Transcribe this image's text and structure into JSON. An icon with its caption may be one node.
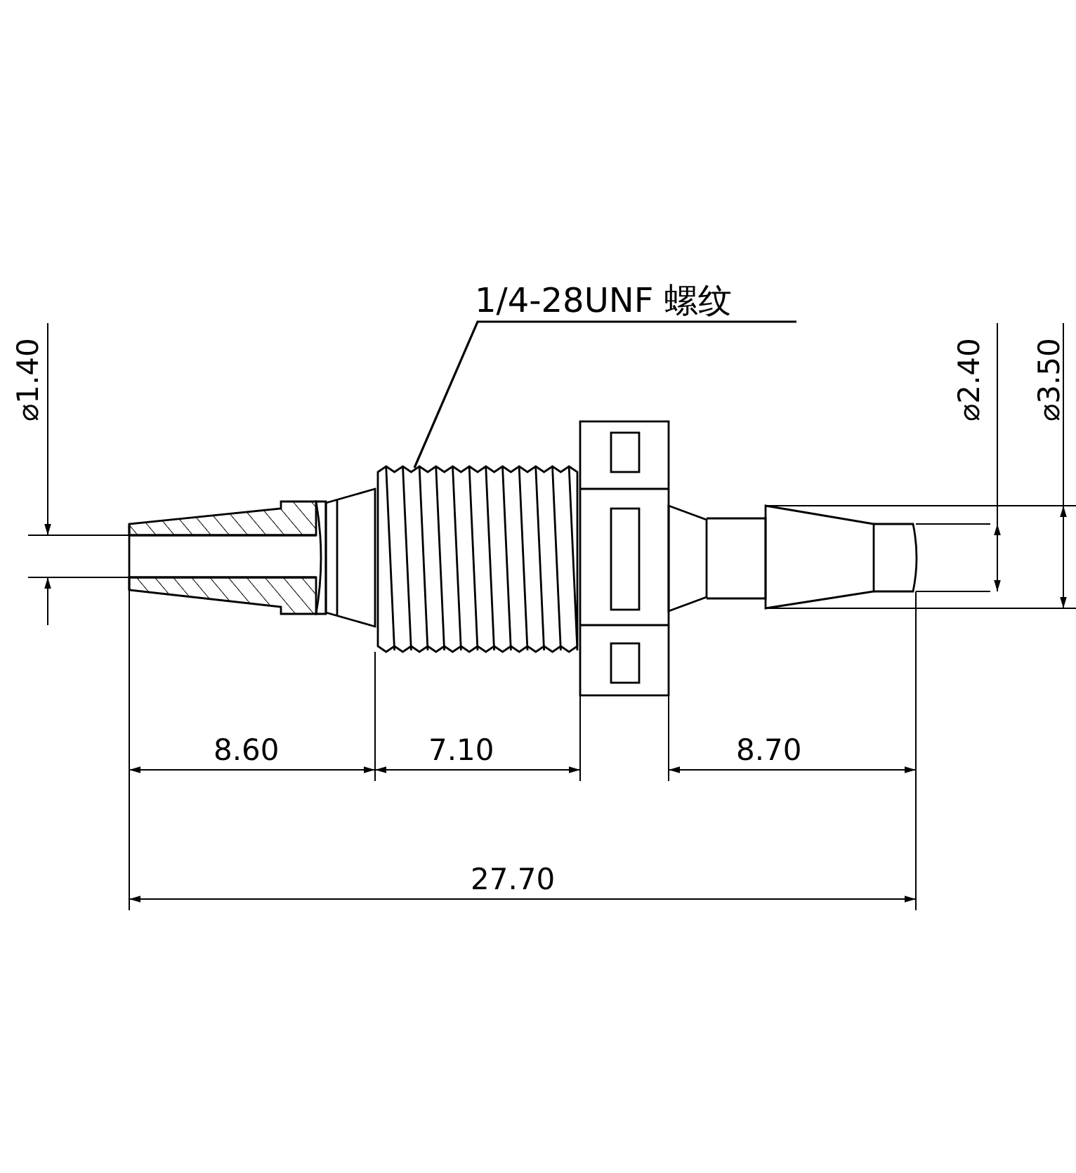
{
  "diagram": {
    "nodes": [
      {
        "text": [
          "1/4-28UNF 螺纹"
        ]
      },
      {
        "text": [],
        "shape": "picture"
      }
    ],
    "edges": [
      {
        "from": 0,
        "to": 1,
        "arrow": "none"
      }
    ],
    "labels": [
      "⌀1.40",
      "⌀2.40",
      "⌀3.50",
      "8.60",
      "7.10",
      "8.70",
      "27.70"
    ]
  }
}
